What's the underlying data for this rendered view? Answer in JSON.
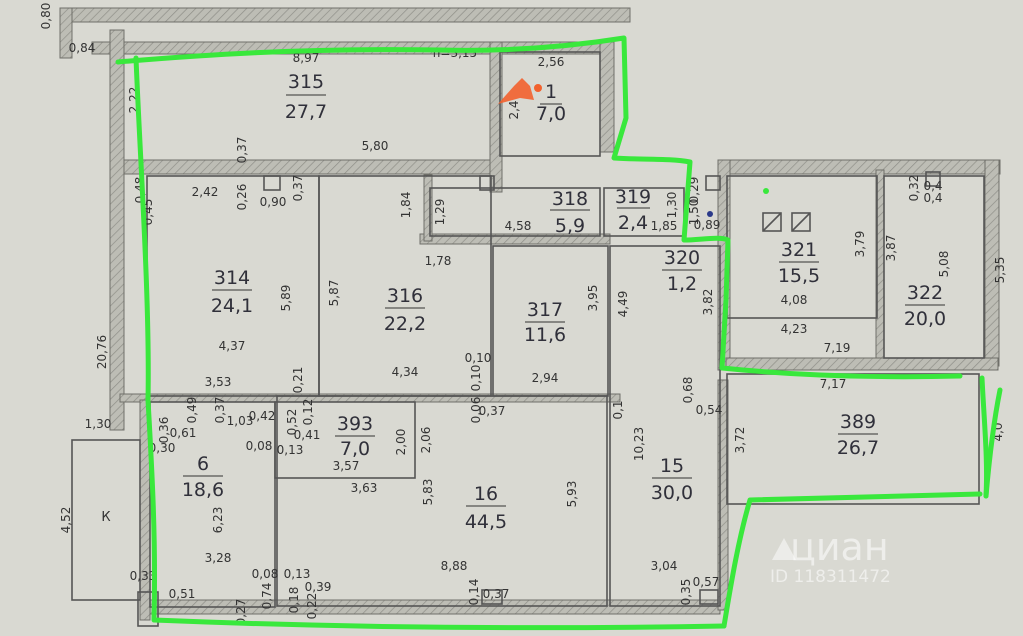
{
  "rooms": [
    {
      "num": "315",
      "area": "27,7"
    },
    {
      "num": "1",
      "area": "7,0"
    },
    {
      "num": "318",
      "area": "5,9"
    },
    {
      "num": "319",
      "area": "2,4"
    },
    {
      "num": "314",
      "area": "24,1"
    },
    {
      "num": "316",
      "area": "22,2"
    },
    {
      "num": "317",
      "area": "11,6"
    },
    {
      "num": "320",
      "area": "1,2"
    },
    {
      "num": "321",
      "area": "15,5"
    },
    {
      "num": "322",
      "area": "20,0"
    },
    {
      "num": "393",
      "area": "7,0"
    },
    {
      "num": "6",
      "area": "18,6"
    },
    {
      "num": "16",
      "area": "44,5"
    },
    {
      "num": "15",
      "area": "30,0"
    },
    {
      "num": "389",
      "area": "26,7"
    }
  ],
  "height_label": "h=3,15",
  "k_label": "К",
  "dims_h": [
    "0,84",
    "8,97",
    "2,56",
    "5,80",
    "2,42",
    "0,90",
    "4,58",
    "1,85",
    "4,08",
    "4,23",
    "7,19",
    "7,17",
    "4,34",
    "2,94",
    "3,53",
    "4,37",
    "1,03",
    "0,42",
    "3,57",
    "3,63",
    "3,28",
    "8,88",
    "3,04",
    "0,37",
    "0,37",
    "0,61",
    "0,57",
    "0,51",
    "0,08",
    "0,13",
    "0,41",
    "0,13",
    "0,39",
    "0,08",
    "0,4",
    "0,89",
    "1,30",
    "1,78"
  ],
  "dims_v": [
    "0,80",
    "2,22",
    "0,37",
    "0,26",
    "0,37",
    "0,48",
    "0,45",
    "1,84",
    "1,29",
    "1,30",
    "1,50",
    "0,29",
    "5,89",
    "5,87",
    "3,95",
    "4,49",
    "3,82",
    "3,79",
    "3,87",
    "5,08",
    "5,35",
    "0,10",
    "0,10",
    "0,06",
    "0,21",
    "0,36",
    "0,30",
    "0,49",
    "0,37",
    "0,52",
    "0,12",
    "2,00",
    "2,06",
    "5,83",
    "5,93",
    "10,23",
    "0,1",
    "0,68",
    "0,54",
    "3,72",
    "4,0",
    "6,23",
    "0,14",
    "0,33",
    "0,35",
    "4,52",
    "20,76",
    "0,32",
    "0,4",
    "2,4",
    "0,74",
    "0,27",
    "0,18",
    "0,22"
  ],
  "watermark": {
    "brand": "циан",
    "id": "ID 118311472"
  },
  "colors": {
    "background": "#d9d9d2",
    "wall": "#aaaaa3",
    "outline": "#39e83c",
    "marker": "#f2612d"
  }
}
